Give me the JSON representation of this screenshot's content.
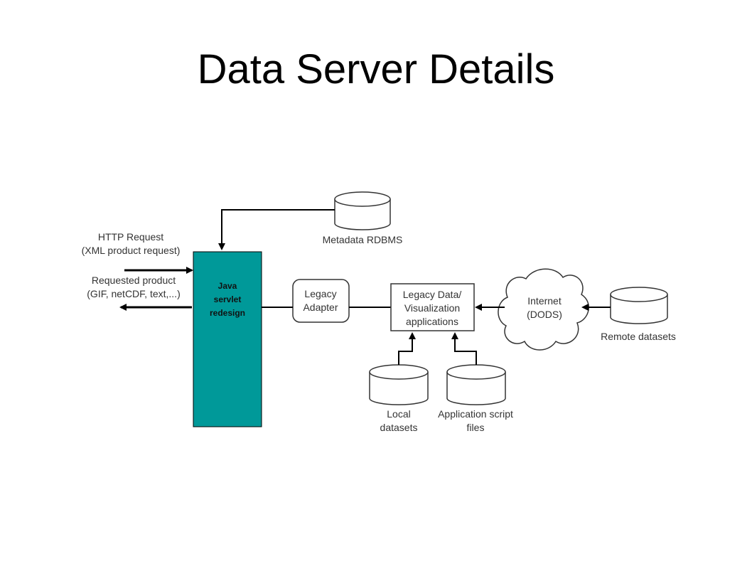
{
  "title": "Data Server Details",
  "diagram": {
    "http_request": [
      "HTTP Request",
      "(XML product request)"
    ],
    "requested_product": [
      "Requested product",
      "(GIF, netCDF, text,...)"
    ],
    "java_servlet": [
      "Java",
      "servlet",
      "redesign"
    ],
    "metadata_db": "Metadata RDBMS",
    "legacy_adapter": [
      "Legacy",
      "Adapter"
    ],
    "legacy_apps": [
      "Legacy Data/",
      "Visualization",
      "applications"
    ],
    "internet": [
      "Internet",
      "(DODS)"
    ],
    "remote_datasets": "Remote datasets",
    "local_datasets": [
      "Local",
      "datasets"
    ],
    "app_script_files": [
      "Application script",
      "files"
    ],
    "servlet_color": "#009999"
  }
}
